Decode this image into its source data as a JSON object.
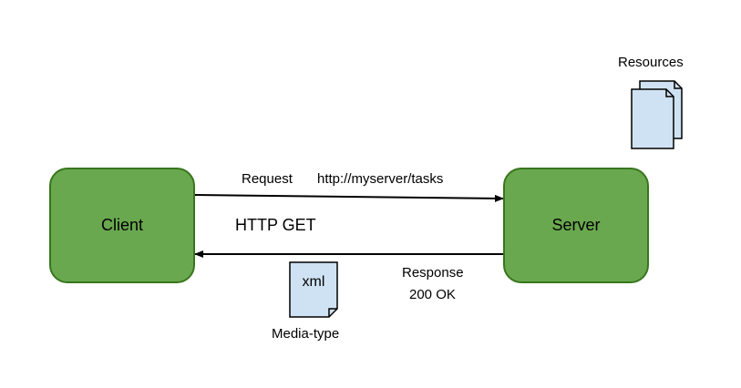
{
  "nodes": {
    "client": "Client",
    "server": "Server"
  },
  "request": {
    "label": "Request",
    "url": "http://myserver/tasks",
    "method": "HTTP GET"
  },
  "response": {
    "label": "Response",
    "status": "200 OK"
  },
  "resources": {
    "label": "Resources"
  },
  "media": {
    "document_text": "xml",
    "label": "Media-type"
  },
  "colors": {
    "node_fill": "#6aa84f",
    "node_border": "#38761d",
    "doc_fill": "#cfe2f3",
    "line": "#000000"
  },
  "icons": {
    "resources": "stacked-documents-icon",
    "media": "document-icon"
  }
}
